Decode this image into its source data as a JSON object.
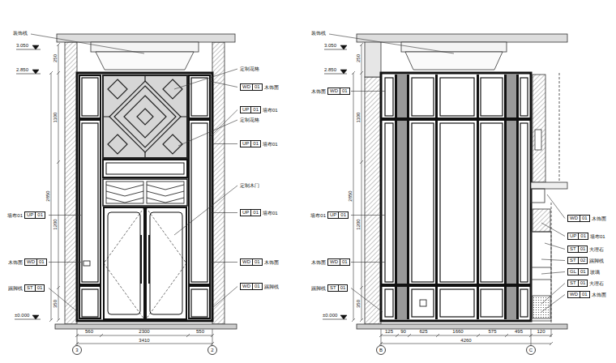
{
  "diagram": {
    "nodes": [
      {
        "text": [
          "WD",
          "01",
          "木饰面"
        ]
      },
      {
        "text": [
          "UP",
          "01",
          "墙布01"
        ]
      },
      {
        "text": [
          "UP",
          "01",
          "墙布01"
        ]
      },
      {
        "text": [
          "UP",
          "01",
          "墙布01"
        ]
      },
      {
        "text": [
          "WD",
          "01",
          "木饰面"
        ]
      },
      {
        "text": [
          "WD",
          "01",
          "踢脚线"
        ]
      },
      {
        "text": [
          "UP",
          "01",
          "墙布01"
        ]
      },
      {
        "text": [
          "WD",
          "01",
          "木饰面"
        ]
      },
      {
        "text": [
          "ST",
          "01",
          "踢脚线"
        ]
      },
      {
        "text": [
          "WD",
          "01",
          "木饰面"
        ]
      },
      {
        "text": [
          "UP",
          "01",
          "墙布01"
        ]
      },
      {
        "text": [
          "WD",
          "01",
          "木饰面"
        ]
      },
      {
        "text": [
          "ST",
          "01",
          "踢脚线"
        ]
      },
      {
        "text": [
          "WD",
          "01",
          "木饰面"
        ]
      },
      {
        "text": [
          "UP",
          "01",
          "墙布01"
        ]
      },
      {
        "text": [
          "ST",
          "01",
          "大理石"
        ]
      },
      {
        "text": [
          "ST",
          "02",
          "踢脚线"
        ]
      },
      {
        "text": [
          "GL",
          "01",
          "玻璃"
        ]
      },
      {
        "text": [
          "ST",
          "01",
          "大理石"
        ]
      },
      {
        "text": [
          "WD",
          "01",
          "木饰面"
        ]
      },
      {
        "text": [
          "3"
        ]
      },
      {
        "text": [
          "2"
        ]
      },
      {
        "text": [
          "B"
        ]
      },
      {
        "text": [
          "C"
        ]
      }
    ],
    "labels": [
      "装饰线",
      "3.050",
      "2.850",
      "±0.000",
      "250",
      "1100",
      "1200",
      "350",
      "2850",
      "定制花格",
      "定制花格",
      "定制木门",
      "560",
      "2300",
      "550",
      "3410",
      "装饰线",
      "3.050",
      "2.850",
      "±0.000",
      "250",
      "1100",
      "1200",
      "350",
      "2850",
      "125",
      "90",
      "625",
      "1660",
      "575",
      "495",
      "120",
      "4260"
    ]
  }
}
